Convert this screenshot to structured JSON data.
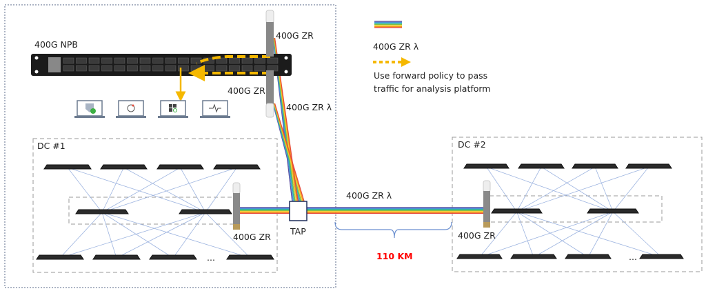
{
  "npb": {
    "label": "400G NPB"
  },
  "transceivers": {
    "top_label": "400G ZR",
    "bottom_label": "400G ZR",
    "fiber_label": "400G ZR λ",
    "dc1_label": "400G ZR",
    "dc2_label": "400G ZR"
  },
  "tools": [
    {
      "icon": "shield-check-icon"
    },
    {
      "icon": "scan-target-icon"
    },
    {
      "icon": "grid-search-icon"
    },
    {
      "icon": "pulse-waveform-icon"
    }
  ],
  "dc1": {
    "label": "DC #1",
    "ellipsis": "..."
  },
  "dc2": {
    "label": "DC #2",
    "ellipsis": "..."
  },
  "tap": {
    "label": "TAP"
  },
  "link": {
    "label": "400G ZR λ",
    "distance": "110 KM",
    "distance_color": "#ff0000"
  },
  "legend": {
    "fiber_label": "400G ZR λ",
    "policy_line1": "Use forward policy to pass",
    "policy_line2": "traffic for analysis platform",
    "arrow_color": "#f5b800"
  },
  "fiber_colors": [
    "#5b4fa0",
    "#4a90d9",
    "#2bb3a8",
    "#7cc242",
    "#f4d03f",
    "#f39c12",
    "#e74c3c"
  ],
  "mesh_color": "#9db4e0"
}
